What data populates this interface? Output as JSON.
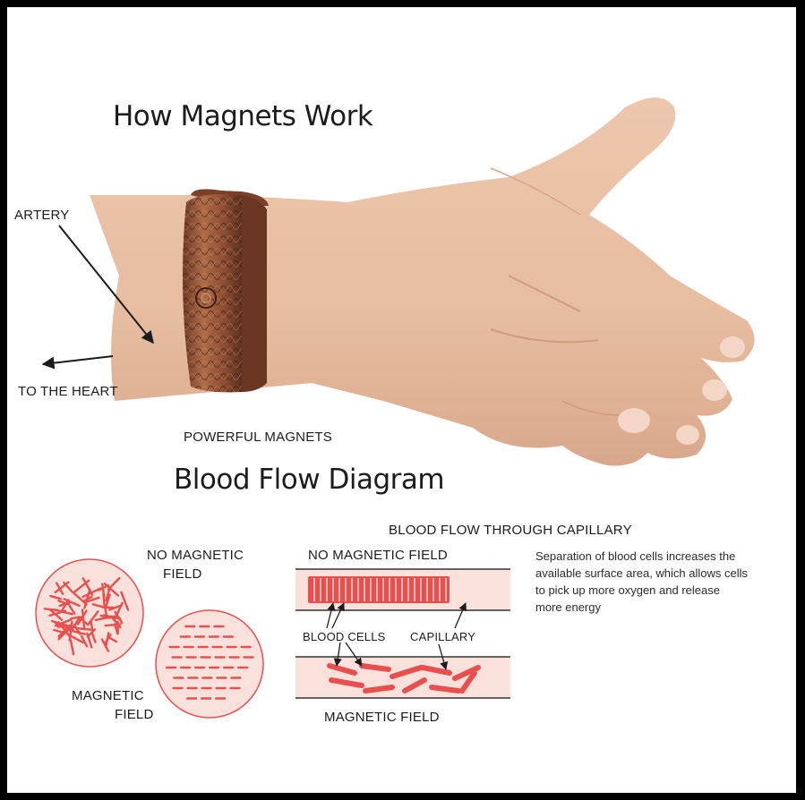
{
  "diagram": {
    "title": "How Magnets Work",
    "labels": {
      "artery": "ARTERY",
      "to_the_heart": "TO THE HEART",
      "powerful_magnets": "POWERFUL MAGNETS"
    },
    "section_title": "Blood Flow Diagram",
    "circles": {
      "no_field_line1": "NO MAGNETIC",
      "no_field_line2": "FIELD",
      "field_line1": "MAGNETIC",
      "field_line2": "FIELD"
    },
    "capillary": {
      "heading": "BLOOD FLOW THROUGH CAPILLARY",
      "top_label": "NO MAGNETIC FIELD",
      "blood_cells": "BLOOD CELLS",
      "capillary": "CAPILLARY",
      "bottom_label": "MAGNETIC FIELD"
    },
    "description": [
      "Separation of blood cells increases the",
      "available surface area, which allows cells",
      "to pick up more oxygen and release",
      "more energy"
    ]
  },
  "colors": {
    "skin": "#e9c0a5",
    "copper": "#9c5a3c",
    "cell_red": "#e8504f",
    "pale_pink": "#fbe1dc"
  }
}
